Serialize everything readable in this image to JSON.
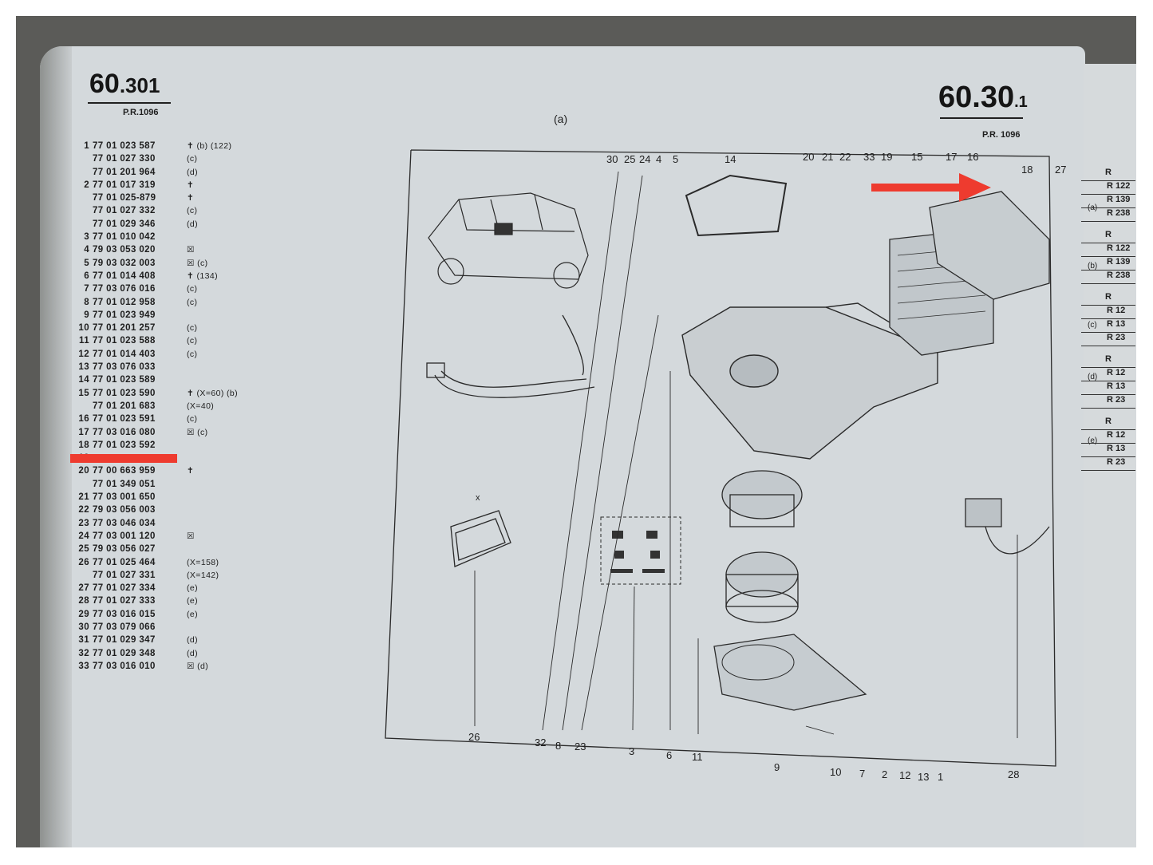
{
  "left_header": {
    "code_main": "60",
    "code_sub": ".301",
    "pr": "P.R.1096"
  },
  "right_header": {
    "code_main": "60.30",
    "code_sub": ".1",
    "pr": "P.R. 1096"
  },
  "figure_label": "(a)",
  "parts": [
    {
      "num": "1",
      "ref": "77 01 023 587",
      "note": "✝ (b) (122)"
    },
    {
      "num": "",
      "ref": "77 01 027 330",
      "note": "(c)"
    },
    {
      "num": "",
      "ref": "77 01 201 964",
      "note": "(d)"
    },
    {
      "num": "2",
      "ref": "77 01 017 319",
      "note": "✝"
    },
    {
      "num": "",
      "ref": "77 01 025-879",
      "note": "✝"
    },
    {
      "num": "",
      "ref": "77 01 027 332",
      "note": "(c)"
    },
    {
      "num": "",
      "ref": "77 01 029 346",
      "note": "(d)"
    },
    {
      "num": "3",
      "ref": "77 01 010 042",
      "note": ""
    },
    {
      "num": "4",
      "ref": "79 03 053 020",
      "note": "☒"
    },
    {
      "num": "5",
      "ref": "79 03 032 003",
      "note": "☒ (c)"
    },
    {
      "num": "6",
      "ref": "77 01 014 408",
      "note": "✝ (134)"
    },
    {
      "num": "7",
      "ref": "77 03 076 016",
      "note": "(c)"
    },
    {
      "num": "8",
      "ref": "77 01 012 958",
      "note": "(c)"
    },
    {
      "num": "9",
      "ref": "77 01 023 949",
      "note": ""
    },
    {
      "num": "10",
      "ref": "77 01 201 257",
      "note": "(c)"
    },
    {
      "num": "11",
      "ref": "77 01 023 588",
      "note": "(c)"
    },
    {
      "num": "12",
      "ref": "77 01 014 403",
      "note": "(c)"
    },
    {
      "num": "13",
      "ref": "77 03 076 033",
      "note": ""
    },
    {
      "num": "14",
      "ref": "77 01 023 589",
      "note": ""
    },
    {
      "num": "15",
      "ref": "77 01 023 590",
      "note": "✝ (X=60) (b)"
    },
    {
      "num": "",
      "ref": "77 01 201 683",
      "note": "(X=40)"
    },
    {
      "num": "16",
      "ref": "77 01 023 591",
      "note": "(c)"
    },
    {
      "num": "17",
      "ref": "77 03 016 080",
      "note": "☒ (c)"
    },
    {
      "num": "18",
      "ref": "77 01 023 592",
      "note": ""
    },
    {
      "num": "19",
      "ref": "",
      "note": ""
    },
    {
      "num": "20",
      "ref": "77 00 663 959",
      "note": "✝"
    },
    {
      "num": "",
      "ref": "77 01 349 051",
      "note": ""
    },
    {
      "num": "21",
      "ref": "77 03 001 650",
      "note": ""
    },
    {
      "num": "22",
      "ref": "79 03 056 003",
      "note": ""
    },
    {
      "num": "23",
      "ref": "77 03 046 034",
      "note": ""
    },
    {
      "num": "24",
      "ref": "77 03 001 120",
      "note": "☒"
    },
    {
      "num": "25",
      "ref": "79 03 056 027",
      "note": ""
    },
    {
      "num": "26",
      "ref": "77 01 025 464",
      "note": "(X=158)"
    },
    {
      "num": "",
      "ref": "77 01 027 331",
      "note": "(X=142)"
    },
    {
      "num": "27",
      "ref": "77 01 027 334",
      "note": "(e)"
    },
    {
      "num": "28",
      "ref": "77 01 027 333",
      "note": "(e)"
    },
    {
      "num": "29",
      "ref": "77 03 016 015",
      "note": "(e)"
    },
    {
      "num": "30",
      "ref": "77 03 079 066",
      "note": ""
    },
    {
      "num": "31",
      "ref": "77 01 029 347",
      "note": "(d)"
    },
    {
      "num": "32",
      "ref": "77 01 029 348",
      "note": "(d)"
    },
    {
      "num": "33",
      "ref": "77 03 016 010",
      "note": "☒ (d)"
    }
  ],
  "callouts_top": [
    "30",
    "25",
    "24",
    "4",
    "5",
    "14",
    "20",
    "21",
    "22",
    "33",
    "19",
    "15",
    "17",
    "16",
    "18",
    "27"
  ],
  "callouts_bottom": [
    "26",
    "32",
    "8",
    "23",
    "3",
    "6",
    "11",
    "9",
    "10",
    "7",
    "2",
    "12",
    "13",
    "1",
    "28"
  ],
  "sub_labels": {
    "x": "x"
  },
  "right_table": {
    "groups": [
      "(a)",
      "(b)",
      "(c)",
      "(d)",
      "(e)"
    ],
    "rows": [
      "R",
      "R 122",
      "R 139",
      "R 238",
      "R",
      "R 122",
      "R 139",
      "R 238",
      "R",
      "R 12",
      "R 13",
      "R 23",
      "R",
      "R 12",
      "R 13",
      "R 23",
      "R",
      "R 12",
      "R 13",
      "R 23"
    ]
  },
  "colors": {
    "highlight": "#ee3b2f",
    "paper": "#d4d9dc",
    "ink": "#1e1e1e"
  }
}
